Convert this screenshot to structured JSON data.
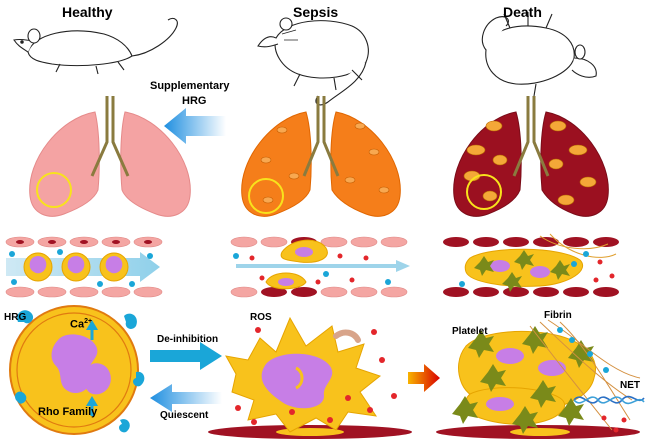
{
  "columns": {
    "healthy": "Healthy",
    "sepsis": "Sepsis",
    "death": "Death"
  },
  "supplementary": {
    "line1": "Supplementary",
    "line2": "HRG"
  },
  "labels": {
    "hrg": "HRG",
    "ca": "Ca",
    "ca_sup": "2+",
    "rho": "Rho Family",
    "deinhibition": "De-inhibition",
    "quiescent": "Quiescent",
    "ros": "ROS",
    "platelet": "Platelet",
    "fibrin": "Fibrin",
    "net": "NET"
  },
  "colors": {
    "healthy_lung": "#f4a3a3",
    "sepsis_lung": "#f57e1a",
    "death_lung": "#9b1020",
    "neutrophil": "#f8c21c",
    "nucleus": "#c77ee6",
    "hrg": "#1aa6d8",
    "endothelium": "#f4a6a3",
    "dark_endothelium": "#a01223",
    "platelet": "#7a8a1a",
    "ros": "#e3262b",
    "arrow_blue": "#2a9fe0"
  }
}
